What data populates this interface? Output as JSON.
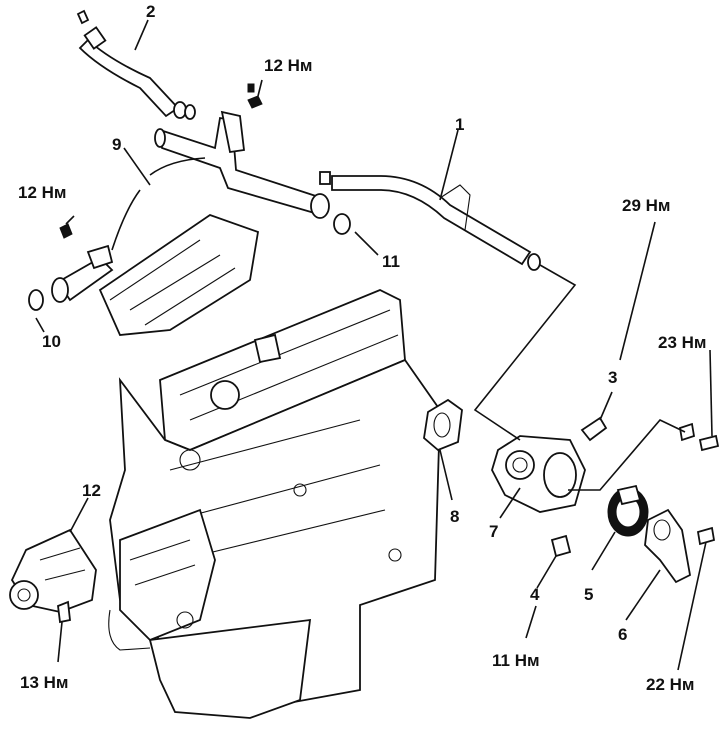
{
  "diagram": {
    "labels": {
      "n1": "1",
      "n2": "2",
      "n3": "3",
      "n4": "4",
      "n5": "5",
      "n6": "6",
      "n7": "7",
      "n8": "8",
      "n9": "9",
      "n10": "10",
      "n11": "11",
      "n12": "12",
      "t12a": "12 Нм",
      "t12b": "12 Нм",
      "t29": "29 Нм",
      "t23": "23 Нм",
      "t11": "11 Нм",
      "t13": "13 Нм",
      "t22": "22 Нм"
    }
  }
}
